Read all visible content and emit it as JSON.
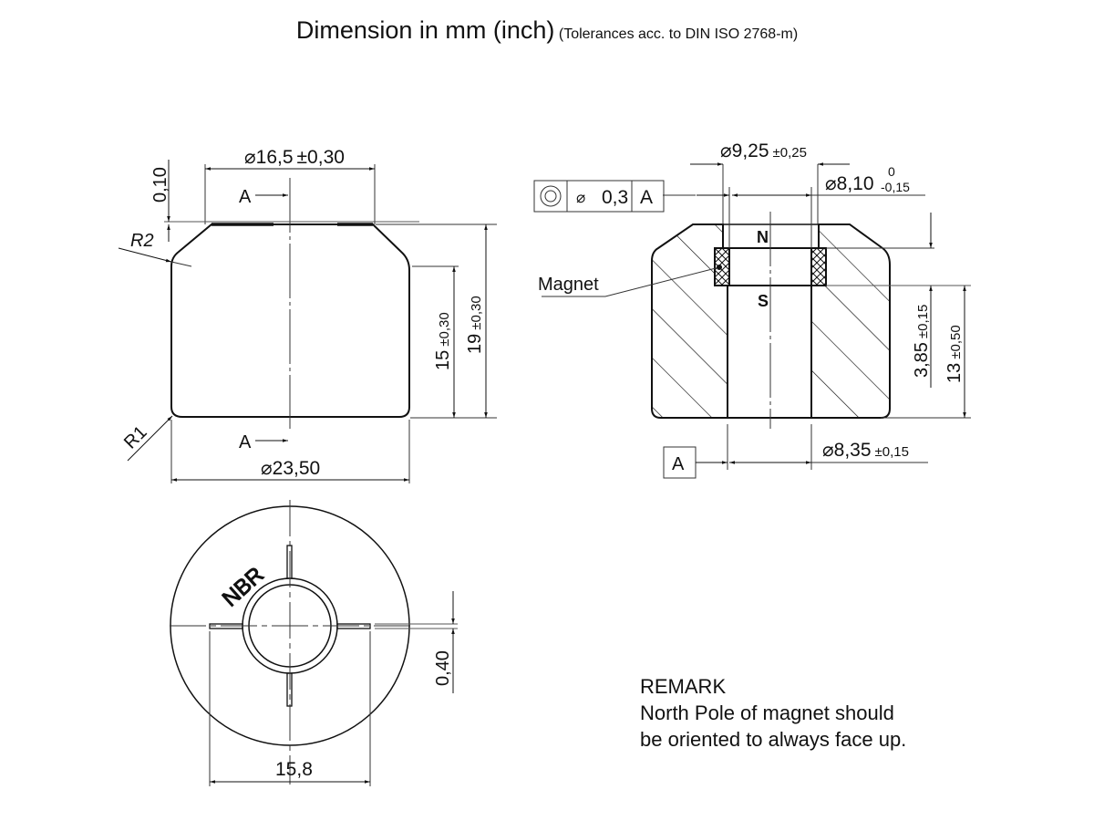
{
  "title": {
    "main": "Dimension in mm (inch)",
    "sub": "(Tolerances acc. to DIN ISO 2768-m)"
  },
  "front_view": {
    "top_diameter": {
      "symbol": "⌀",
      "value": "16,5",
      "tolerance": "±0,30"
    },
    "bottom_diameter": {
      "symbol": "⌀",
      "value": "23,50"
    },
    "top_offset": "0,10",
    "radius_top": "R2",
    "radius_bottom": "R1",
    "height_inner": {
      "value": "15",
      "tolerance": "±0,30"
    },
    "height_total": {
      "value": "19",
      "tolerance": "±0,30"
    },
    "section_marker": "A"
  },
  "section_view": {
    "bore_top_diameter": {
      "symbol": "⌀",
      "value": "9,25",
      "tolerance": "±0,25"
    },
    "bore_inner_diameter": {
      "symbol": "⌀",
      "value": "8,10",
      "tolerance_upper": "0",
      "tolerance_lower": "-0,15"
    },
    "bore_bottom_diameter": {
      "symbol": "⌀",
      "value": "8,35",
      "tolerance": "±0,15"
    },
    "concentricity_frame": {
      "symbol": "concentricity-icon",
      "zone": "⌀",
      "value": "0,3",
      "datum": "A"
    },
    "datum_label": "A",
    "magnet_label": "Magnet",
    "north_label": "N",
    "south_label": "S",
    "magnet_depth": {
      "value": "3,85",
      "tolerance": "±0,15"
    },
    "bore_height": {
      "value": "13",
      "tolerance": "±0,50"
    }
  },
  "top_view": {
    "material_label": "NBR",
    "slot_span": "15,8",
    "slot_width": "0,40"
  },
  "remark": {
    "heading": "REMARK",
    "line1": "North Pole of magnet should",
    "line2": "be oriented to always face up."
  }
}
